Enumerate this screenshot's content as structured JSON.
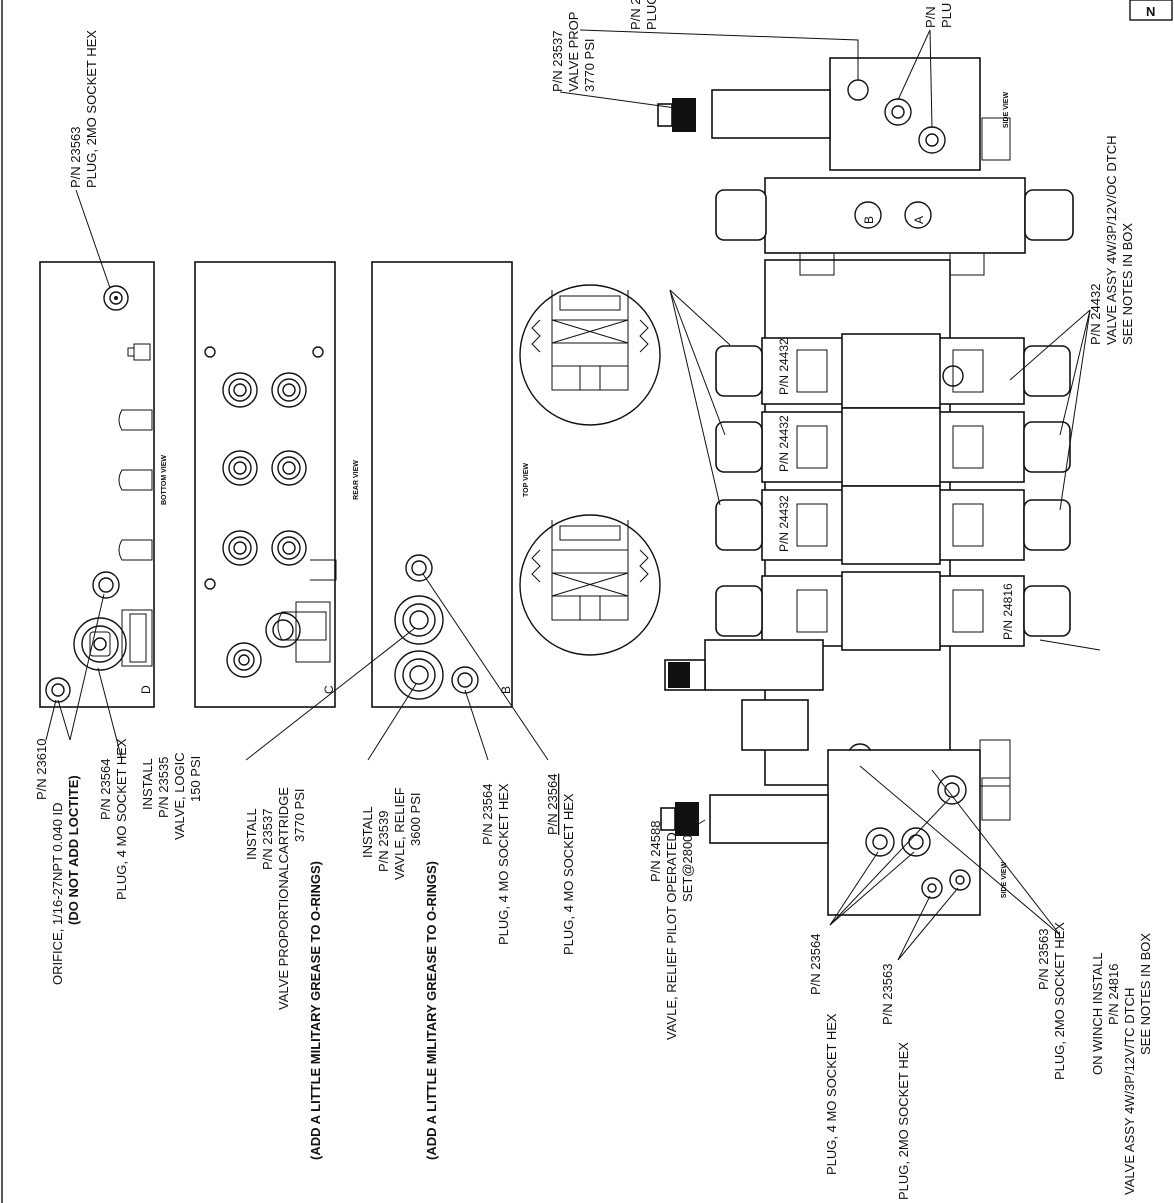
{
  "views": {
    "bottom": "BOTTOM VIEW",
    "rear": "REAR VIEW",
    "top": "TOP VIEW",
    "side": "SIDE VIEW"
  },
  "corner_letters": {
    "b": "B",
    "c": "C",
    "d": "D"
  },
  "port_letters": {
    "a": "A",
    "b": "B"
  },
  "valve_tags": [
    "P/N 24432",
    "P/N 24432",
    "P/N 24432",
    "P/N 24816"
  ],
  "callouts": {
    "plug_2mo_top": {
      "pn": "P/N 23563",
      "desc": "PLUG, 2MO SOCKET HEX"
    },
    "orifice": {
      "pn": "P/N 23610",
      "desc": "ORIFICE, 1/16-27NPT 0.040 ID",
      "note": "(DO NOT ADD LOCTITE)"
    },
    "plug_4mo_bottom": {
      "pn": "P/N 23564",
      "desc": "PLUG, 4 MO SOCKET HEX"
    },
    "logic": {
      "action": "INSTALL",
      "pn": "P/N 23535",
      "desc": "VALVE, LOGIC",
      "setting": "150 PSI"
    },
    "proportional": {
      "action": "INSTALL",
      "pn": "P/N 23537",
      "desc": "VALVE PROPORTIONALCARTRIDGE",
      "setting": "3770 PSI",
      "note": "(ADD A LITTLE MILITARY GREASE TO O-RINGS)"
    },
    "relief": {
      "action": "INSTALL",
      "pn": "P/N 23539",
      "desc": "VAVLE, RELIEF",
      "setting": "3600 PSI",
      "note": "(ADD A LITTLE MILITARY GREASE TO O-RINGS)"
    },
    "plug_4mo_a": {
      "pn": "P/N 23564",
      "desc": "PLUG, 4 MO SOCKET HEX"
    },
    "plug_4mo_b": {
      "pn": "P/N 23564",
      "desc": "PLUG, 4 MO SOCKET HEX"
    },
    "relief_pilot": {
      "pn": "P/N 24588",
      "desc": "VAVLE, RELIEF PILOT OPERATED",
      "setting": "SET@2800 PSI"
    },
    "plug_4mo_side": {
      "pn": "P/N 23564",
      "desc": "PLUG, 4 MO SOCKET HEX"
    },
    "plug_2mo_side": {
      "pn": "P/N 23563",
      "desc": "PLUG, 2MO SOCKET HEX"
    },
    "plug_2mo_main": {
      "pn": "P/N 23563",
      "desc": "PLUG, 2MO SOCKET HEX"
    },
    "winch": {
      "action": "ON WINCH INSTALL",
      "pn": "P/N 24816",
      "desc": "VALVE ASSY 4W/3P/12V/TC DTCH",
      "note": "SEE NOTES IN BOX"
    },
    "valve_24432": {
      "pn": "P/N 24432",
      "desc": "VALVE ASSY 4W/3P/12V/OC DTCH",
      "note": "SEE NOTES IN BOX"
    },
    "top_prop": {
      "pn": "P/N 23537",
      "desc": "VALVE PROP",
      "setting": "3770 PSI"
    },
    "top_cut_1": {
      "pn": "P/N 2",
      "desc": "PLUG"
    },
    "top_cut_2": {
      "pn": "P/N",
      "desc": "PLU"
    },
    "box_cut": "N"
  }
}
